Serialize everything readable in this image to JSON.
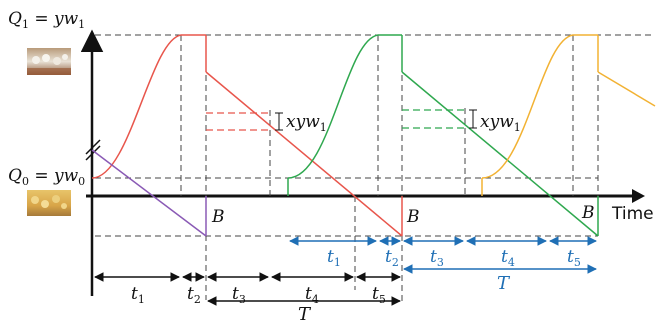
{
  "labels": {
    "q1_main": "Q",
    "q1_sub": "1",
    "q1_rest": " = yw",
    "q1_rest_sub": "1",
    "q0_main": "Q",
    "q0_sub": "0",
    "q0_rest": " = yw",
    "q0_rest_sub": "0",
    "xyw_a": "xyw",
    "xyw_a_sub": "1",
    "xyw_b": "xyw",
    "xyw_b_sub": "1",
    "b1": "B",
    "b2": "B",
    "b3": "B",
    "time": "Time"
  },
  "black_intervals": [
    {
      "name": "t",
      "sub": "1"
    },
    {
      "name": "t",
      "sub": "2"
    },
    {
      "name": "t",
      "sub": "3"
    },
    {
      "name": "t",
      "sub": "4"
    },
    {
      "name": "t",
      "sub": "5"
    }
  ],
  "black_period": "T",
  "blue_intervals": [
    {
      "name": "t",
      "sub": "1"
    },
    {
      "name": "t",
      "sub": "2"
    },
    {
      "name": "t",
      "sub": "3"
    },
    {
      "name": "t",
      "sub": "4"
    },
    {
      "name": "t",
      "sub": "5"
    }
  ],
  "blue_period": "T",
  "colors": {
    "red": "#e8564c",
    "green": "#2fa84f",
    "orange": "#f2b233",
    "purple": "#8a5ab5",
    "blue": "#1f6fb5",
    "axis": "#111111"
  },
  "icons": [
    "chicks-photo-adult",
    "chicks-photo-young"
  ]
}
